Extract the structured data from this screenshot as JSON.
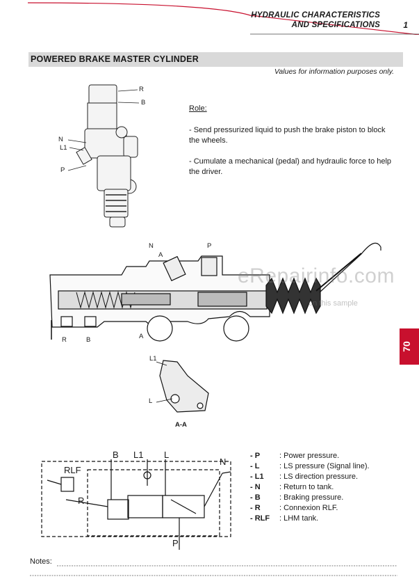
{
  "header": {
    "line1": "HYDRAULIC CHARACTERISTICS",
    "line2": "AND SPECIFICATIONS",
    "page_number": "1"
  },
  "section": {
    "title": "POWERED BRAKE MASTER CYLINDER",
    "subtitle": "Values for information purposes only."
  },
  "role": {
    "heading": "Role:",
    "items": [
      "- Send pressurized liquid to push the brake piston to block the wheels.",
      "- Cumulate a mechanical (pedal) and hydraulic force to help the driver."
    ]
  },
  "side_tab": {
    "text": "70",
    "color": "#c8102e"
  },
  "watermark": {
    "text": "eRepairinfo.com",
    "subtext": "on this sample"
  },
  "diagram_labels": {
    "photo": {
      "R": "R",
      "B": "B",
      "N": "N",
      "L1": "L1",
      "P": "P"
    },
    "section_view": {
      "N": "N",
      "A_top": "A",
      "P": "P",
      "R": "R",
      "B": "B",
      "A_bottom": "A"
    },
    "aa_view": {
      "L1": "L1",
      "L": "L",
      "caption": "A-A"
    },
    "schematic": {
      "B": "B",
      "L1": "L1",
      "L": "L",
      "N": "N",
      "RLF": "RLF",
      "R": "R",
      "P": "P"
    }
  },
  "legend": [
    {
      "key": "- P",
      "value": ": Power pressure."
    },
    {
      "key": "- L",
      "value": ": LS pressure (Signal line)."
    },
    {
      "key": "- L1",
      "value": ": LS direction pressure."
    },
    {
      "key": "- N",
      "value": ": Return to tank."
    },
    {
      "key": "- B",
      "value": ": Braking pressure."
    },
    {
      "key": "- R",
      "value": ": Connexion RLF."
    },
    {
      "key": "- RLF",
      "value": ": LHM tank."
    }
  ],
  "notes": {
    "label": "Notes:"
  }
}
